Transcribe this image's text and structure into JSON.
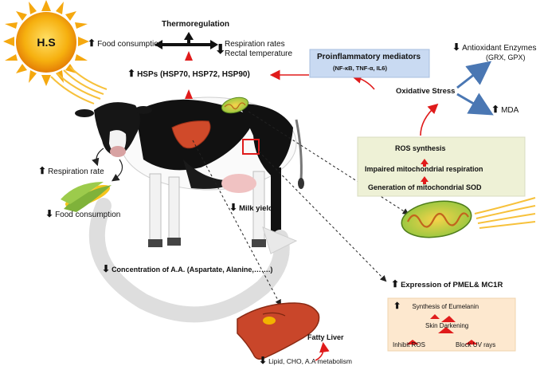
{
  "sun": {
    "label": "H.S"
  },
  "thermoregulation": {
    "title": "Thermoregulation",
    "food_consumption": "Food consumption",
    "respiration_rates": "Respiration rates",
    "rectal_temperature": "Rectal temperature",
    "hsps": "HSPs (HSP70, HSP72, HSP90)"
  },
  "proinflammatory": {
    "title": "Proinflammatory mediators",
    "list": "(NF-κB, TNF-α, IL6)"
  },
  "antioxidant": {
    "line1": "Antioxidant Enzymes",
    "line2": "(GRX, GPX)"
  },
  "oxidative_stress": "Oxidative Stress",
  "mda": "MDA",
  "mito_box": {
    "ros": "ROS synthesis",
    "impaired": "Impaired mitochondrial  respiration",
    "generation": "Generation of mitochondrial  SOD"
  },
  "left": {
    "respiration_rate": "Respiration rate",
    "food_consumption": "Food consumption"
  },
  "milk_yield": "Milk yield",
  "amino_acids": "Concentration of A.A. (Aspartate, Alanine,…….)",
  "pmel": {
    "title": "Expression of PMEL& MC1R",
    "eumelanin": "Synthesis of Eumelanin",
    "skin": "Skin Darkening",
    "ros": "Inhibit ROS",
    "uv": "Block UV rays"
  },
  "liver": {
    "fatty": "Fatty Liver",
    "metabolism": "Lipid, CHO, A.A metabolism"
  },
  "colors": {
    "sun": "#f5a80f",
    "red": "#e01b1b",
    "blue_box": "#c9daf2",
    "green_box": "#eef1d6",
    "orange_box": "#fde8cf",
    "liver": "#c9462a",
    "arrow_blue": "#4a77b3"
  }
}
